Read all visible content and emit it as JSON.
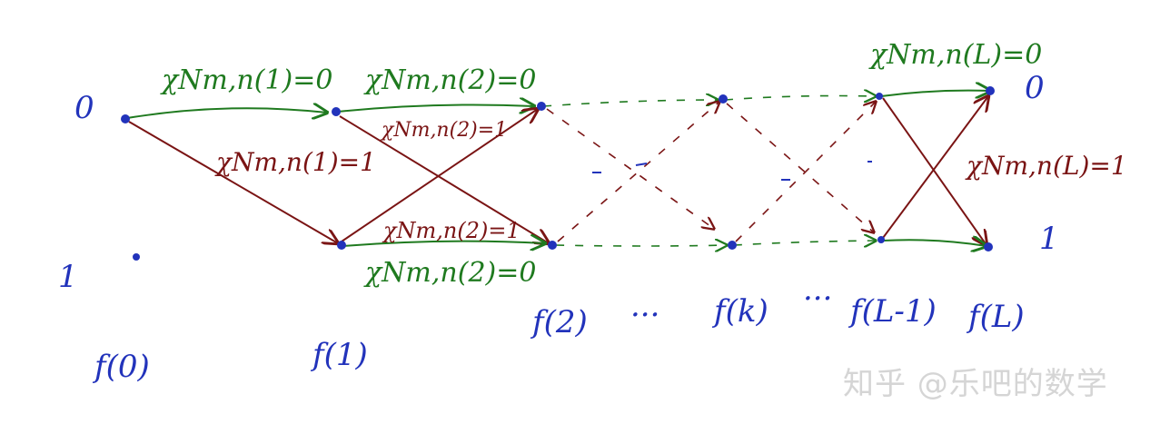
{
  "colors": {
    "green": "#1f7a1f",
    "red": "#7a1414",
    "blue": "#2233bb",
    "watermark": "#d5d5d5"
  },
  "state_labels": {
    "top_left": "0",
    "bottom_left": "1",
    "top_right": "0",
    "bottom_right": "1"
  },
  "edge_labels": {
    "e1_top": "χNm,n(1)=0",
    "e1_cross": "χNm,n(1)=1",
    "e2_top": "χNm,n(2)=0",
    "e2_cross_down": "χNm,n(2)=1",
    "e2_cross_up": "χNm,n(2)=1",
    "e2_bottom": "χNm,n(2)=0",
    "eL_top": "χNm,n(L)=0",
    "eL_cross": "χNm,n(L)=1"
  },
  "stage_labels": {
    "f0": "f(0)",
    "f1": "f(1)",
    "f2": "f(2)",
    "dots1": "···",
    "fk": "f(k)",
    "dots2": "···",
    "fL1": "f(L-1)",
    "fL": "f(L)"
  },
  "watermark": "知乎 @乐吧的数学"
}
